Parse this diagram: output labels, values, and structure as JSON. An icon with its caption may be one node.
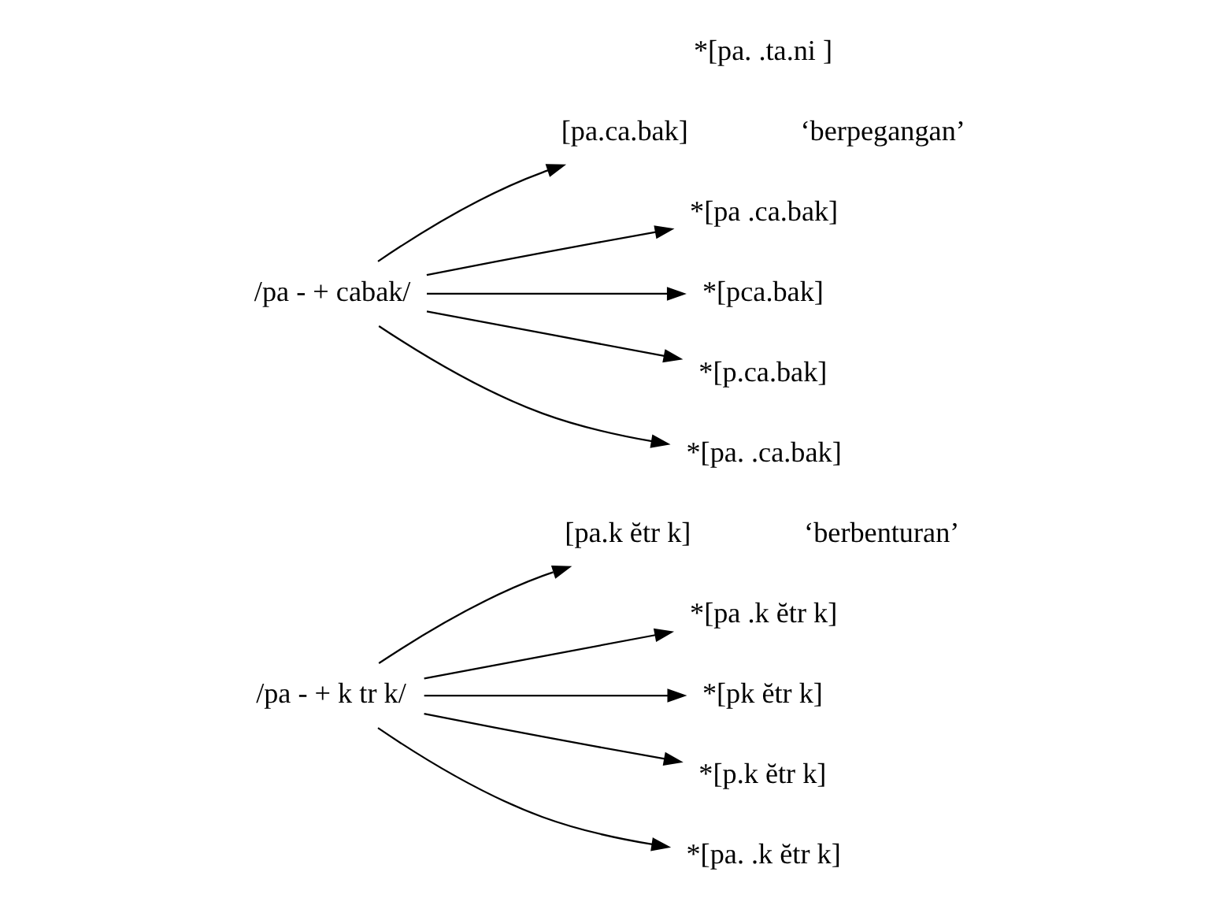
{
  "diagram": {
    "nodes": [
      {
        "text": [
          "/pa - + k tr k/"
        ]
      },
      {
        "text": [
          "[pa.k ĕtr k]"
        ],
        "beside": [
          "‘berbenturan’"
        ]
      },
      {
        "text": [
          "*[pa .k ĕtr k]"
        ]
      },
      {
        "text": [
          "*[pk ĕtr k]"
        ]
      },
      {
        "text": [
          "*[p.k ĕtr k]"
        ]
      },
      {
        "text": [
          "*[pa. .k ĕtr k]"
        ]
      },
      {
        "text": [
          "/pa - + cabak/"
        ]
      },
      {
        "text": [
          "[pa.ca.bak]"
        ],
        "beside": [
          "‘berpegangan’"
        ]
      },
      {
        "text": [
          "*[pa .ca.bak]"
        ]
      },
      {
        "text": [
          "*[pca.bak]"
        ]
      },
      {
        "text": [
          "*[p.ca.bak]"
        ]
      },
      {
        "text": [
          "*[pa. .ca.bak]"
        ]
      }
    ],
    "edges": [
      {
        "from": 0,
        "to": 1,
        "arrow": "to"
      },
      {
        "from": 0,
        "to": 2,
        "arrow": "to"
      },
      {
        "from": 0,
        "to": 3,
        "arrow": "to"
      },
      {
        "from": 0,
        "to": 4,
        "arrow": "to"
      },
      {
        "from": 0,
        "to": 5,
        "arrow": "to"
      },
      {
        "from": 6,
        "to": 7,
        "arrow": "to"
      },
      {
        "from": 6,
        "to": 8,
        "arrow": "to"
      },
      {
        "from": 6,
        "to": 9,
        "arrow": "to"
      },
      {
        "from": 6,
        "to": 10,
        "arrow": "to"
      },
      {
        "from": 6,
        "to": 11,
        "arrow": "to"
      }
    ],
    "labels": [
      "*[pa. .ta.ni ]"
    ]
  }
}
